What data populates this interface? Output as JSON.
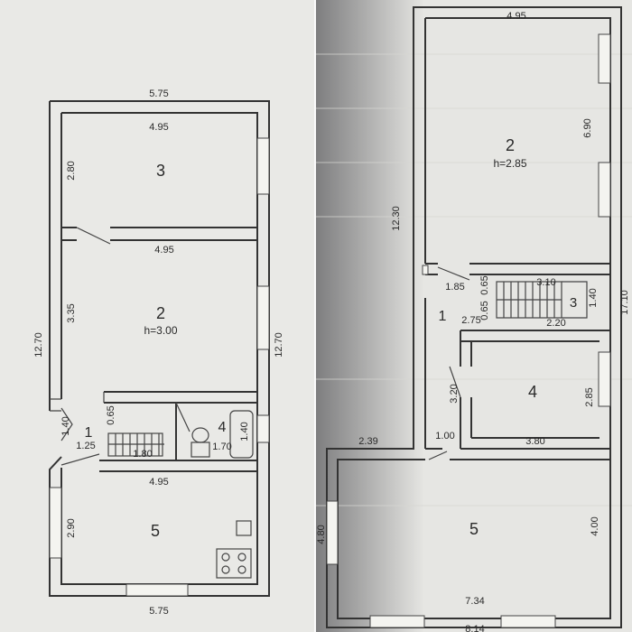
{
  "left_plan": {
    "dims": {
      "top_outer": "5.75",
      "room3_width": "4.95",
      "room3_height": "2.80",
      "room2_width": "4.95",
      "room2_height": "3.35",
      "left_total": "12.70",
      "right_total": "12.70",
      "hall_height": "0.65",
      "hall_side": "1.40",
      "hall_width": "1.25",
      "stair_width": "1.80",
      "bath_height": "1.40",
      "bath_width": "1.70",
      "room5_width": "4.95",
      "room5_height": "2.90",
      "bottom_outer": "5.75"
    },
    "rooms": {
      "r1": "1",
      "r2": "2",
      "r2_height": "h=3.00",
      "r3": "3",
      "r4": "4",
      "r5": "5"
    }
  },
  "right_plan": {
    "dims": {
      "room2_width": "4.95",
      "room2_depth": "6.90",
      "left_total": "12.30",
      "door_width": "1.85",
      "stair_gap": "0.65",
      "stair_length": "3.10",
      "stair_gap2": "0.65",
      "stair_width": "2.20",
      "stair_side": "1.40",
      "right_total": "17.10",
      "corridor_width": "2.75",
      "room4_depth": "3.20",
      "room4_height": "2.85",
      "room4_width": "3.80",
      "entry_width": "1.00",
      "offset": "2.39",
      "room5_left": "4.80",
      "room5_depth": "4.00",
      "room5_width": "7.34",
      "bottom_total": "8.14"
    },
    "rooms": {
      "r1": "1",
      "r2": "2",
      "r2_height": "h=2.85",
      "r3": "3",
      "r4": "4",
      "r5": "5"
    }
  }
}
